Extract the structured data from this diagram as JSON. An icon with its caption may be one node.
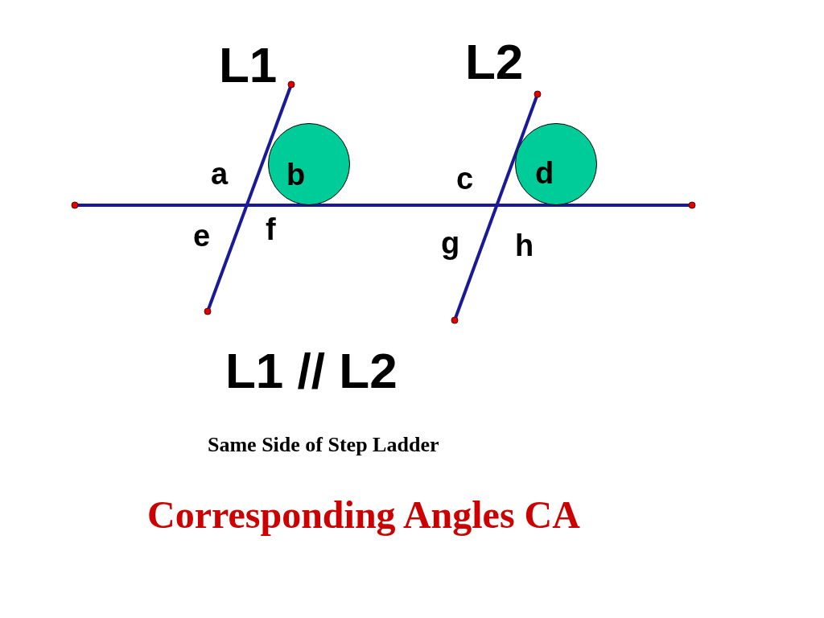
{
  "diagram": {
    "caption": "Corresponding Angles CA",
    "nodes": [
      {
        "text": [
          "b"
        ]
      },
      {
        "text": [
          "d"
        ]
      }
    ],
    "labels": [
      "L1",
      "L2",
      "a",
      "c",
      "e",
      "f",
      "g",
      "h",
      "L1 // L2",
      "Same Side of Step Ladder"
    ]
  }
}
